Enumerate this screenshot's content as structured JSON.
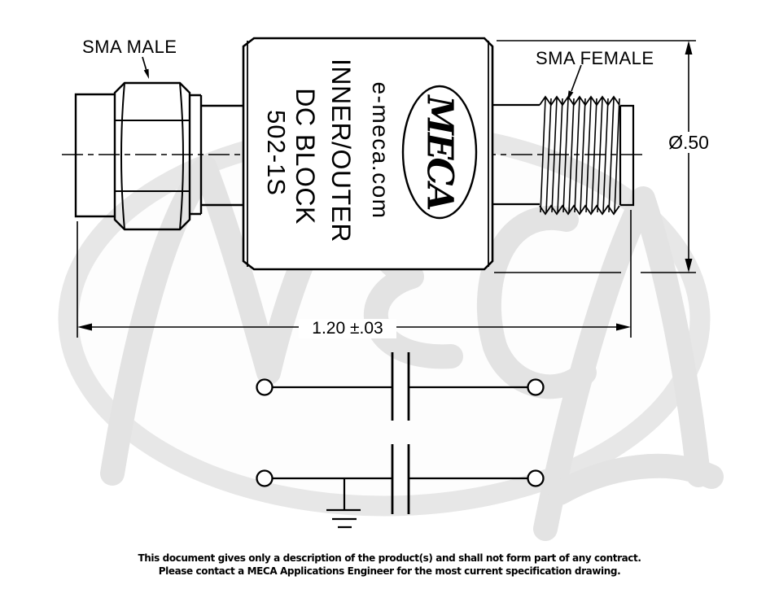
{
  "product": {
    "connector_left_label": "SMA MALE",
    "connector_right_label": "SMA FEMALE",
    "marking_website": "e-meca.com",
    "marking_line1": "INNER/OUTER",
    "marking_line2": "DC BLOCK",
    "marking_model": "502-1S",
    "logo_text": "MECA"
  },
  "dimensions": {
    "diameter": "Ø.50",
    "length": "1.20 ±.03"
  },
  "watermark": {
    "logo_text": "MECA"
  },
  "footer": {
    "line1": "This document gives only a description of the product(s) and shall not form part of any contract.",
    "line2": "Please contact a MECA Applications Engineer for the most current specification drawing."
  },
  "colors": {
    "ink": "#000000",
    "paper": "#ffffff",
    "watermark_gray": "#e5e5e5"
  }
}
